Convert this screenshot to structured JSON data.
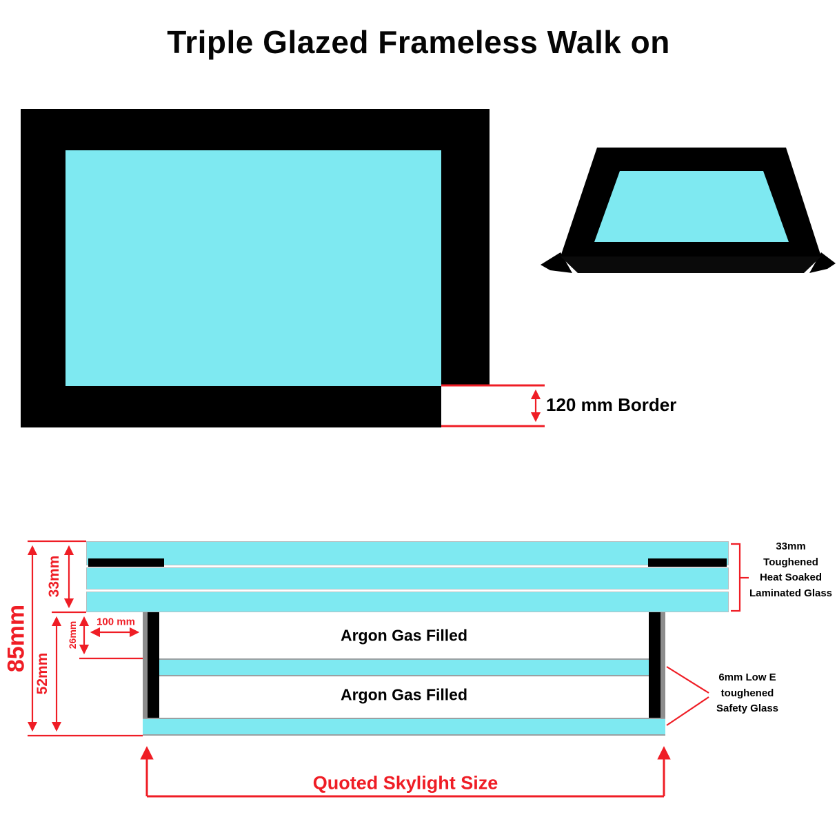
{
  "title": "Triple Glazed Frameless Walk on",
  "colors": {
    "glass": "#7ee9f1",
    "red": "#ef1d25",
    "frame": "#000000",
    "gray": "#8d8d8d"
  },
  "top_view": {
    "border_label": "120 mm Border"
  },
  "cross_section": {
    "argon_label_1": "Argon Gas Filled",
    "argon_label_2": "Argon Gas Filled",
    "dimensions": {
      "overall_thickness": "85mm",
      "laminated_unit": "33mm",
      "lower_unit": "52mm",
      "cavity": "26mm",
      "edge_offset": "100 mm"
    },
    "labels": {
      "laminated_glass": [
        "33mm",
        "Toughened",
        "Heat Soaked",
        "Laminated Glass"
      ],
      "safety_glass": [
        "6mm Low E",
        "toughened",
        "Safety Glass"
      ],
      "quoted_size": "Quoted Skylight Size"
    }
  }
}
